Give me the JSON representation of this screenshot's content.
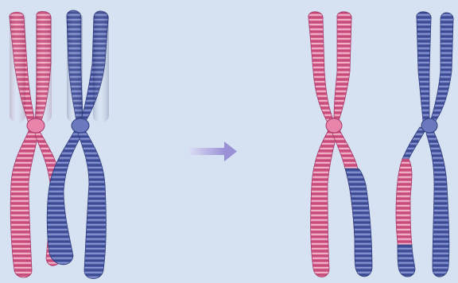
{
  "colors": {
    "background": "#d6e2f1",
    "maternal": "#d95f8c",
    "maternal_dark": "#a8386a",
    "maternal_light": "#f2b7c9",
    "paternal": "#4f5ea8",
    "paternal_dark": "#2f3c7e",
    "paternal_light": "#8c98cf",
    "arrow": "#9a90d6",
    "arrow_tail": "#d9dcf3"
  },
  "figure": {
    "before_stage": {
      "description": "homologous-pair-with-chiasma",
      "chromatids": [
        "maternal",
        "maternal",
        "paternal",
        "paternal"
      ]
    },
    "after_stage": {
      "description": "recombinant-chromosomes",
      "left_chromosome": [
        "maternal",
        "maternal-with-paternal-arm"
      ],
      "right_chromosome": [
        "paternal-with-maternal-arm",
        "paternal"
      ]
    },
    "arrow_icon": "right-arrow-icon"
  }
}
